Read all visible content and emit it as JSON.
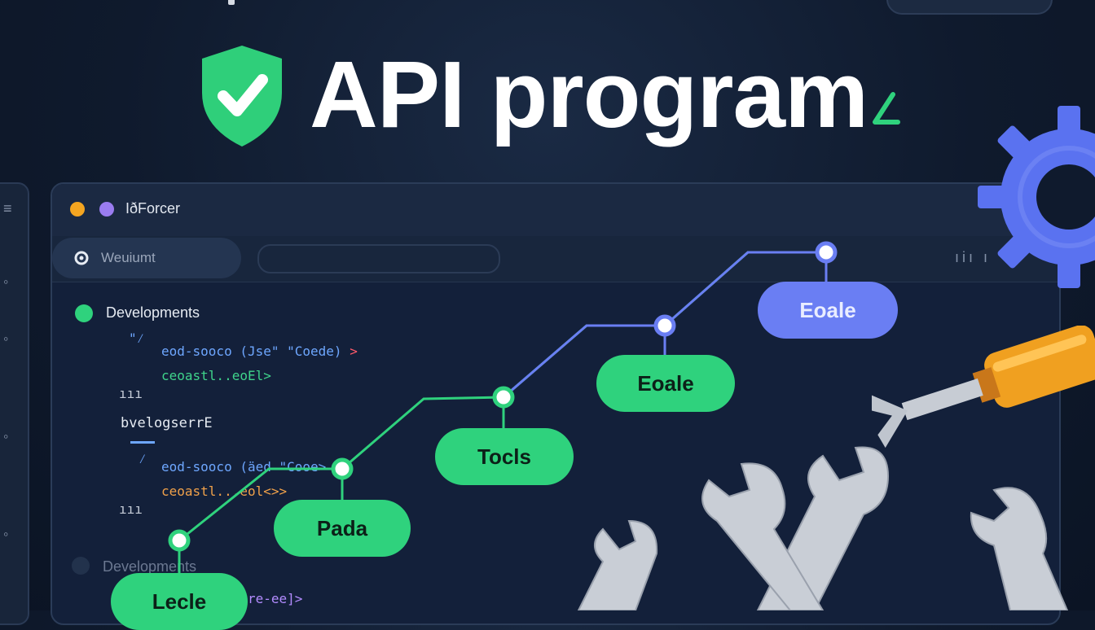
{
  "hero": {
    "title": "API program"
  },
  "window": {
    "title": "IðForcer",
    "search_label": "Weuiumt",
    "toolbar_glyph": "ıiı  ı"
  },
  "sections": {
    "first": "Developments",
    "second": "bvelogserrE",
    "third": "Developments"
  },
  "code": {
    "line1": "eod-sooco (Jse\" \"Coede)",
    "line1_close": ">",
    "line2": "ceoastl..eoEl>",
    "line3": "eod-sooco (äed \"Cooe>",
    "line3_close": ">",
    "line4": "ceoastl...eol<>>",
    "line5": "re-ee]>",
    "bars": "ııı",
    "mark": "\"⁄"
  },
  "flow": {
    "nodes": [
      "Lecle",
      "Pada",
      "Tocls",
      "Eoale",
      "Eoale"
    ]
  },
  "colors": {
    "green": "#2fd27d",
    "blue": "#6a7ef3",
    "orange": "#f0a020",
    "gear": "#5a72f0"
  }
}
